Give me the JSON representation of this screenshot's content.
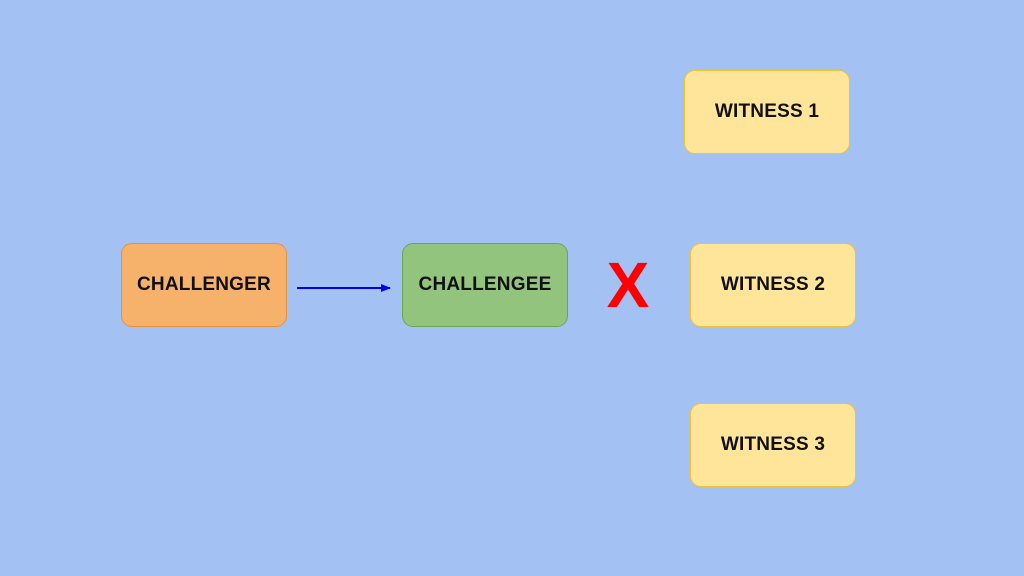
{
  "colors": {
    "background": "#a4c1f4",
    "challenger_fill": "#f6b26b",
    "challenger_border": "#e69138",
    "challengee_fill": "#93c47d",
    "challengee_border": "#6aa84f",
    "witness_fill": "#ffe599",
    "witness_border": "#f1c232",
    "arrow": "#0000ff",
    "cross": "#ff0000"
  },
  "nodes": {
    "challenger": "CHALLENGER",
    "challengee": "CHALLENGEE",
    "witness_1": "WITNESS 1",
    "witness_2": "WITNESS 2",
    "witness_3": "WITNESS 3"
  },
  "cross_mark": "X"
}
